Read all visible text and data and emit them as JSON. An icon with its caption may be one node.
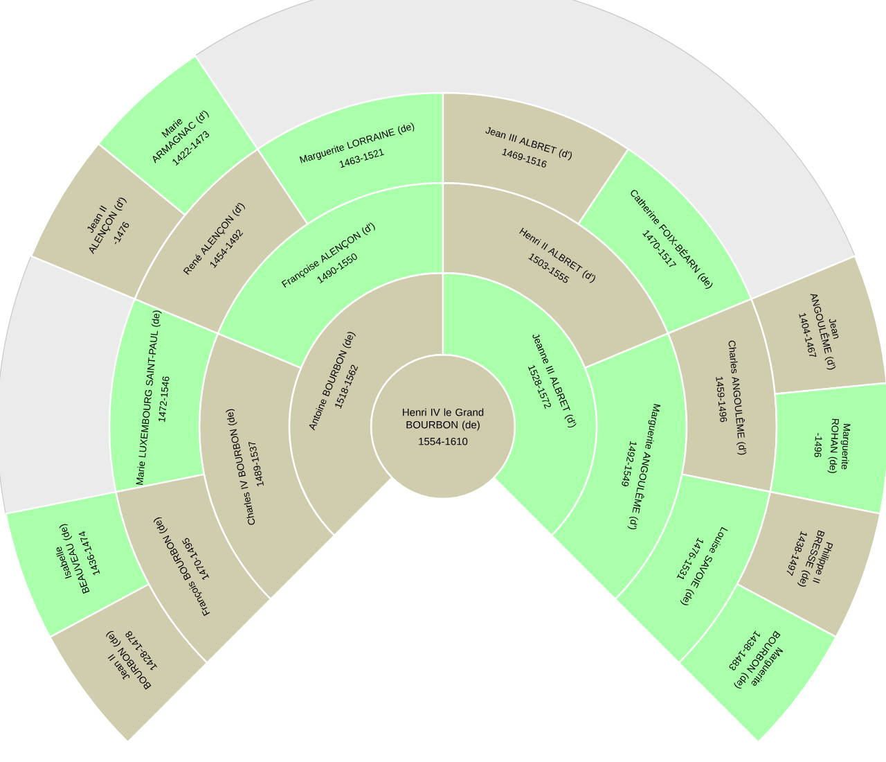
{
  "diagram": {
    "nodes": [
      {
        "text": [
          "Henri IV le Grand BOURBON (de)",
          "1554-1610"
        ]
      },
      {
        "text": [
          "Antoine BOURBON (de)",
          "1518-1562"
        ]
      },
      {
        "text": [
          "Jeanne III ALBRET (d')",
          "1528-1572"
        ]
      },
      {
        "text": [
          "Charles IV BOURBON (de)",
          "1489-1537"
        ]
      },
      {
        "text": [
          "Françoise ALENÇON (d')",
          "1490-1550"
        ]
      },
      {
        "text": [
          "Henri II ALBRET (d')",
          "1503-1555"
        ]
      },
      {
        "text": [
          "Marguerite ANGOULÊME (d')",
          "1492-1549"
        ]
      },
      {
        "text": [
          "François BOURBON (de)",
          "1470-1495"
        ]
      },
      {
        "text": [
          "Marie LUXEMBOURG SAINT-PAUL (de)",
          "1472-1546"
        ]
      },
      {
        "text": [
          "René ALENÇON (d')",
          "1454-1492"
        ]
      },
      {
        "text": [
          "Marguerite LORRAINE (de)",
          "1463-1521"
        ]
      },
      {
        "text": [
          "Jean III ALBRET (d')",
          "1469-1516"
        ]
      },
      {
        "text": [
          "Catherine FOIX-BÉARN (de)",
          "1470-1517"
        ]
      },
      {
        "text": [
          "Charles ANGOULÊME (d')",
          "1459-1496"
        ]
      },
      {
        "text": [
          "Louise SAVOIE (de)",
          "1476-1531"
        ]
      },
      {
        "text": [
          "Jean II BOURBON (de)",
          "1428-1478"
        ]
      },
      {
        "text": [
          "Isabelle BEAUVEAU (de)",
          "1436-1474"
        ]
      },
      {
        "text": [
          "Jean II ALENÇON (d')",
          "-1476"
        ]
      },
      {
        "text": [
          "Marie ARMAGNAC (d')",
          "1422-1473"
        ]
      },
      {
        "text": [
          "Jean ANGOULÊME (d')",
          "1404-1467"
        ]
      },
      {
        "text": [
          "Marguerite ROHAN (de)",
          "-1496"
        ]
      },
      {
        "text": [
          "Philippe II BRESSE (de)",
          "1438-1497"
        ]
      },
      {
        "text": [
          "Marguerite BOURBON (de)",
          "1438-1483"
        ]
      }
    ]
  }
}
